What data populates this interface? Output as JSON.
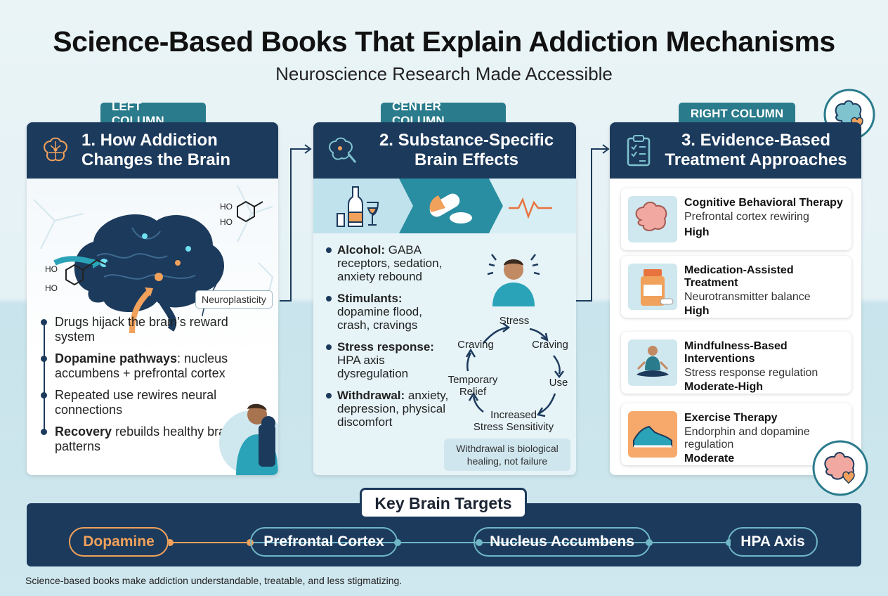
{
  "header": {
    "title": "Science-Based Books That Explain Addiction Mechanisms",
    "subtitle": "Neuroscience Research Made Accessible"
  },
  "columns": {
    "left_tag": "LEFT COLUMN",
    "center_tag": "CENTER COLUMN",
    "right_tag": "RIGHT COLUMN"
  },
  "left": {
    "title_line1": "1. How Addiction",
    "title_line2": "Changes the Brain",
    "neuro_label": "Neuroplasticity",
    "molecule_labels": [
      "HO",
      "HO",
      "HO",
      "HO"
    ],
    "bullets": [
      {
        "strong": "",
        "text": "Drugs hijack the brain’s reward system"
      },
      {
        "strong": "Dopamine pathways",
        "text": ": nucleus accumbens + prefrontal cortex"
      },
      {
        "strong": "",
        "text": "Repeated use rewires neural connections"
      },
      {
        "strong": "Recovery",
        "text": " rebuilds healthy brain patterns"
      }
    ],
    "icon": "brain-network-icon"
  },
  "center": {
    "title_line1": "2. Substance-Specific",
    "title_line2": "Brain Effects",
    "band_icons": [
      "wine-bottle-icon",
      "pill-icon",
      "heartbeat-icon"
    ],
    "items": [
      {
        "strong": "Alcohol:",
        "text": " GABA receptors, sedation, anxiety rebound"
      },
      {
        "strong": "Stimulants:",
        "text": " dopamine flood, crash, cravings"
      },
      {
        "strong": "Stress response:",
        "text": " HPA axis dysregulation"
      },
      {
        "strong": "Withdrawal:",
        "text": " anxiety, depression, physical discomfort"
      }
    ],
    "cycle": {
      "stress": "Stress",
      "craving_right": "Craving",
      "use": "Use",
      "increased": "Increased",
      "sensitivity": "Stress Sensitivity",
      "temporary": "Temporary",
      "relief": "Relief",
      "craving_left": "Craving"
    },
    "note_line1": "Withdrawal is biological",
    "note_line2": "healing, not failure"
  },
  "right": {
    "title_line1": "3. Evidence-Based",
    "title_line2": "Treatment Approaches",
    "treatments": [
      {
        "name": "Cognitive Behavioral Therapy",
        "desc": "Prefrontal cortex rewiring",
        "level": "High",
        "icon": "brain-icon"
      },
      {
        "name": "Medication-Assisted Treatment",
        "desc": "Neurotransmitter balance",
        "level": "High",
        "icon": "medication-bottle-icon"
      },
      {
        "name": "Mindfulness-Based Interventions",
        "desc": "Stress response regulation",
        "level": "Moderate-High",
        "icon": "meditation-icon"
      },
      {
        "name": "Exercise Therapy",
        "desc": "Endorphin and dopamine regulation",
        "level": "Moderate",
        "icon": "sneaker-icon"
      }
    ]
  },
  "targets": {
    "title": "Key Brain Targets",
    "items": [
      "Dopamine",
      "Prefrontal Cortex",
      "Nucleus Accumbens",
      "HPA Axis"
    ]
  },
  "footer": "Science-based books make addiction understandable, treatable, and less stigmatizing.",
  "colors": {
    "navy": "#1c3a5c",
    "teal": "#2a7b8c",
    "orange": "#f0a15b"
  }
}
